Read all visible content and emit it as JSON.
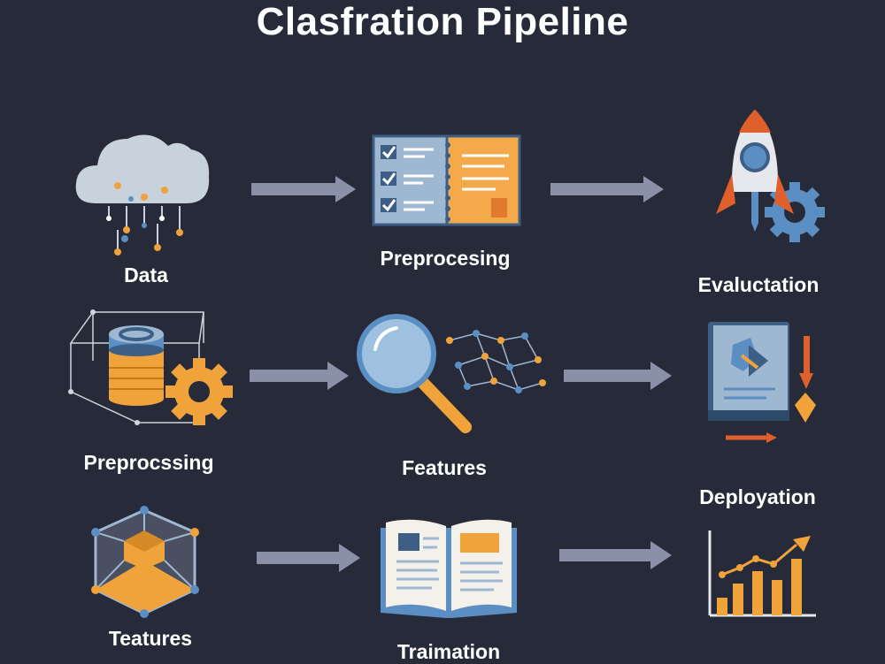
{
  "title": "Clasfration Pipeline",
  "nodes": [
    {
      "label": "Data",
      "icon": "cloud-data-icon"
    },
    {
      "label": "Preprocesing",
      "icon": "checklist-document-icon"
    },
    {
      "label": "Evaluctation",
      "icon": "rocket-gear-icon"
    },
    {
      "label": "Preprocssing",
      "icon": "database-gear-icon"
    },
    {
      "label": "Features",
      "icon": "magnifier-network-icon"
    },
    {
      "label": "Deployation",
      "icon": "book-deploy-icon"
    },
    {
      "label": "Teatures",
      "icon": "cube-network-icon"
    },
    {
      "label": "Traimation",
      "icon": "open-book-icon"
    },
    {
      "label": "",
      "icon": "bar-chart-trend-icon"
    }
  ],
  "colors": {
    "background": "#272a39",
    "arrow": "#8a90a8",
    "accent_orange": "#f0a33a",
    "accent_blue": "#5b8fc4",
    "accent_red": "#e0602c"
  }
}
